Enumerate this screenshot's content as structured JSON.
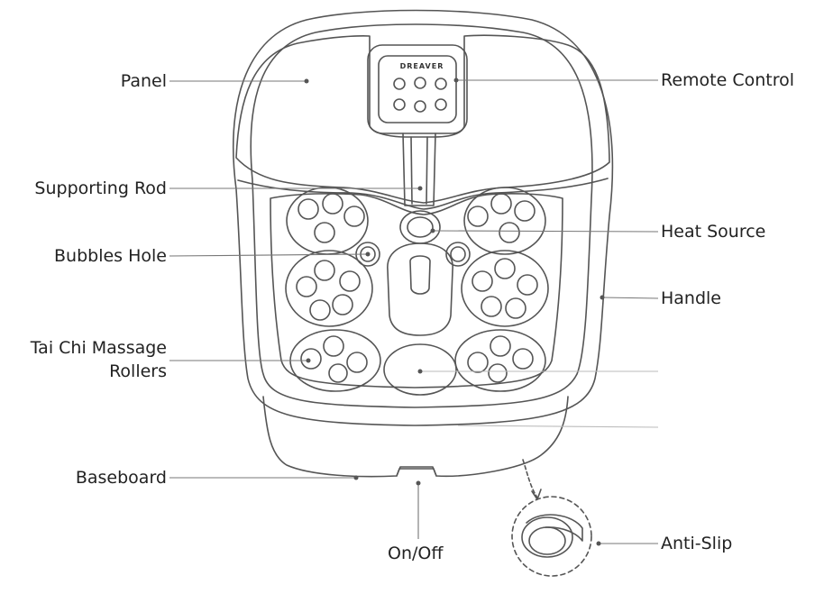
{
  "brand": "DREAVER",
  "labels": {
    "panel": "Panel",
    "supporting_rod": "Supporting Rod",
    "bubbles_hole": "Bubbles Hole",
    "tai_chi_line1": "Tai Chi Massage",
    "tai_chi_line2": "Rollers",
    "baseboard": "Baseboard",
    "on_off": "On/Off",
    "remote_control": "Remote Control",
    "heat_source": "Heat Source",
    "handle": "Handle",
    "anti_slip": "Anti-Slip"
  },
  "colors": {
    "stroke": "#555555",
    "fill": "#ffffff",
    "text": "#222222"
  }
}
